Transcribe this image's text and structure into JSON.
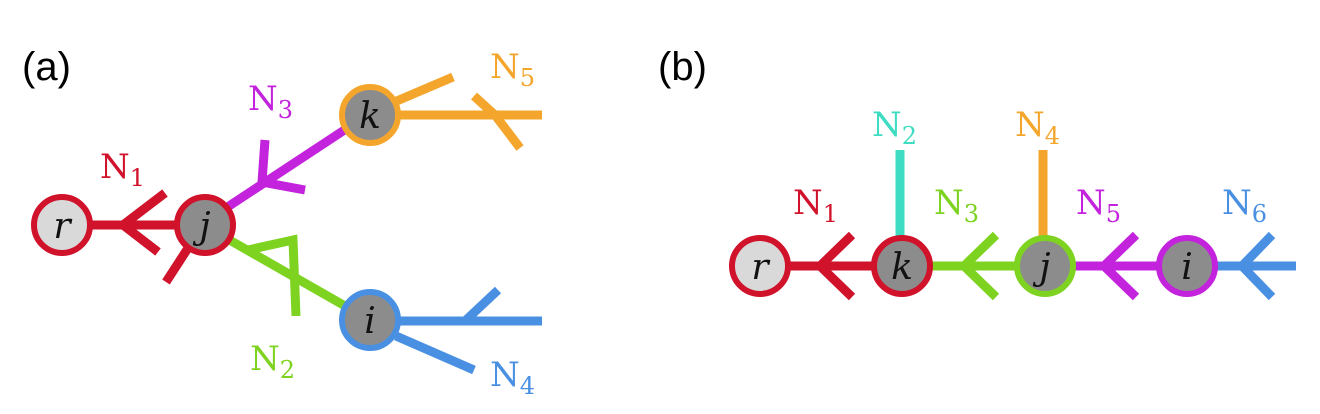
{
  "colors": {
    "red": "#d0122b",
    "purple": "#c323dc",
    "orange": "#f4a52c",
    "green": "#7ed321",
    "blue": "#4a90e2",
    "teal": "#3ddcc3",
    "node_fill": "#8c8c8c",
    "root_fill": "#d9d9d9"
  },
  "panels": [
    {
      "label": "(a)",
      "nodes": [
        {
          "label": "r",
          "border": "red",
          "root": true
        },
        {
          "label": "j",
          "border": "red",
          "root": false
        },
        {
          "label": "k",
          "border": "orange",
          "root": false
        },
        {
          "label": "i",
          "border": "blue",
          "root": false
        }
      ],
      "edges": [
        {
          "name": "N",
          "sub": "1",
          "color": "red"
        },
        {
          "name": "N",
          "sub": "3",
          "color": "purple"
        },
        {
          "name": "N",
          "sub": "5",
          "color": "orange"
        },
        {
          "name": "N",
          "sub": "2",
          "color": "green"
        },
        {
          "name": "N",
          "sub": "4",
          "color": "blue"
        }
      ]
    },
    {
      "label": "(b)",
      "nodes": [
        {
          "label": "r",
          "border": "red",
          "root": true
        },
        {
          "label": "k",
          "border": "red",
          "root": false
        },
        {
          "label": "j",
          "border": "green",
          "root": false
        },
        {
          "label": "i",
          "border": "purple",
          "root": false
        }
      ],
      "edges": [
        {
          "name": "N",
          "sub": "1",
          "color": "red"
        },
        {
          "name": "N",
          "sub": "2",
          "color": "teal"
        },
        {
          "name": "N",
          "sub": "3",
          "color": "green"
        },
        {
          "name": "N",
          "sub": "4",
          "color": "orange"
        },
        {
          "name": "N",
          "sub": "5",
          "color": "purple"
        },
        {
          "name": "N",
          "sub": "6",
          "color": "blue"
        }
      ]
    }
  ]
}
